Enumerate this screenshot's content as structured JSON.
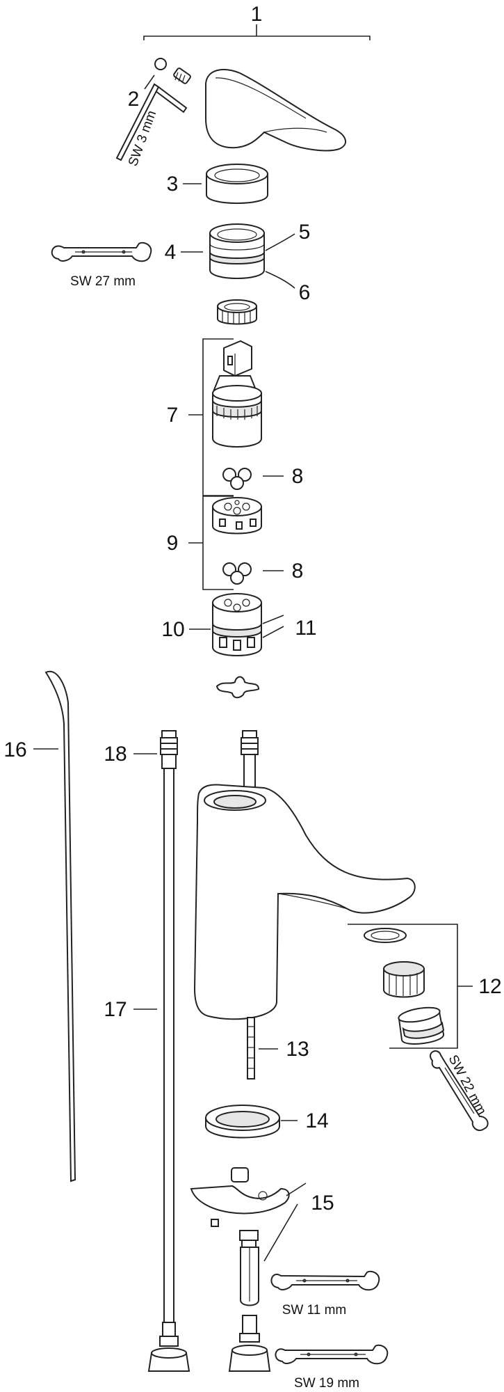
{
  "labels": {
    "p1": "1",
    "p2": "2",
    "p3": "3",
    "p4": "4",
    "p5": "5",
    "p6": "6",
    "p7": "7",
    "p8a": "8",
    "p8b": "8",
    "p9": "9",
    "p10": "10",
    "p11": "11",
    "p12": "12",
    "p13": "13",
    "p14": "14",
    "p15": "15",
    "p16": "16",
    "p17": "17",
    "p18": "18"
  },
  "tools": {
    "hex_key": "SW 3 mm",
    "wrench_27": "SW 27 mm",
    "wrench_22": "SW 22 mm",
    "wrench_11": "SW 11 mm",
    "wrench_19": "SW 19 mm"
  },
  "colors": {
    "line": "#222222",
    "background": "#ffffff"
  }
}
